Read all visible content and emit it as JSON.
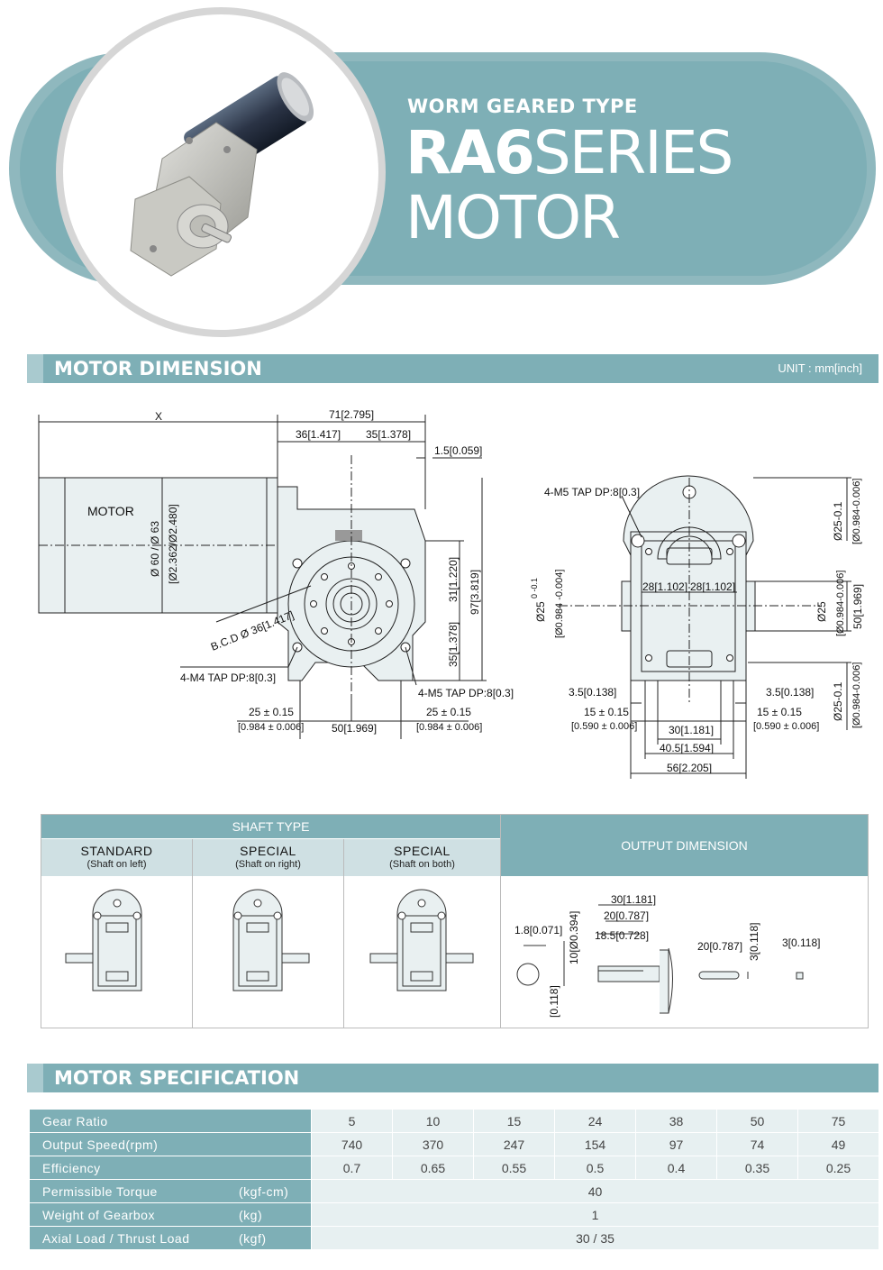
{
  "header": {
    "subtitle": "WORM GEARED TYPE",
    "model": "RA6",
    "series": "SERIES",
    "product": "MOTOR"
  },
  "colors": {
    "accent": "#7eafb6",
    "accent_light": "#cfe0e3",
    "row_bg": "#e7f0f1"
  },
  "dimension_section": {
    "title": "MOTOR DIMENSION",
    "unit": "UNIT : mm[inch]",
    "side_view": {
      "label_x": "X",
      "label_motor": "MOTOR",
      "dim_71": "71[2.795]",
      "dim_36": "36[1.417]",
      "dim_35": "35[1.378]",
      "dim_1_5": "1.5[0.059]",
      "dim_dia": "Ø 60 / Ø 63",
      "dim_dia_in": "[Ø2.362/Ø2.480]",
      "dim_31": "31[1.220]",
      "dim_97": "97[3.819]",
      "dim_35v": "35[1.378]",
      "bcd": "B.C.D Ø 36[1.417]",
      "tap_m4": "4-M4 TAP DP:8[0.3]",
      "tap_m5": "4-M5 TAP DP:8[0.3]",
      "dim_25a": "25 ± 0.15",
      "dim_25a_in": "[0.984 ± 0.006]",
      "dim_50": "50[1.969]",
      "dim_25b": "25 ± 0.15",
      "dim_25b_in": "[0.984 ± 0.006]"
    },
    "front_view": {
      "tap_m5": "4-M5 TAP DP:8[0.3]",
      "dim_28a": "28[1.102]",
      "dim_28b": "28[1.102]",
      "dim_phi25_left": "Ø25",
      "dim_phi25_left_tol": "0 -0.1",
      "dim_phi25_left_in": "[Ø0.984 -0.004]",
      "dim_phi25_top": "Ø25-0.1",
      "dim_phi25_top_in": "[Ø0.984-0.006]",
      "dim_phi25_mid": "Ø25",
      "dim_phi25_mid_in": "[Ø0.984-0.006]",
      "dim_50": "50[1.969]",
      "dim_phi25_bot": "Ø25-0.1",
      "dim_phi25_bot_in": "[Ø0.984-0.006]",
      "dim_3_5a": "3.5[0.138]",
      "dim_3_5b": "3.5[0.138]",
      "dim_15a": "15 ± 0.15",
      "dim_15a_in": "[0.590 ± 0.006]",
      "dim_15b": "15 ± 0.15",
      "dim_15b_in": "[0.590 ± 0.006]",
      "dim_30": "30[1.181]",
      "dim_40_5": "40.5[1.594]",
      "dim_56": "56[2.205]"
    }
  },
  "shaft_table": {
    "header": "SHAFT TYPE",
    "output_header": "OUTPUT DIMENSION",
    "types": [
      {
        "title": "STANDARD",
        "note": "(Shaft on left)"
      },
      {
        "title": "SPECIAL",
        "note": "(Shaft on right)"
      },
      {
        "title": "SPECIAL",
        "note": "(Shaft on both)"
      }
    ],
    "output": {
      "d_1_8": "1.8[0.071]",
      "d_10": "10[Ø0.394]",
      "d_3v": "[0.118]",
      "d_30": "30[1.181]",
      "d_20": "20[0.787]",
      "d_18_5": "18.5[0.728]",
      "d_20k": "20[0.787]",
      "d_3k": "3[0.118]",
      "d_3s": "3[0.118]"
    }
  },
  "spec_section": {
    "title": "MOTOR SPECIFICATION",
    "rows": [
      {
        "label": "Gear Ratio",
        "unit": "",
        "values": [
          "5",
          "10",
          "15",
          "24",
          "38",
          "50",
          "75"
        ]
      },
      {
        "label": "Output Speed(rpm)",
        "unit": "",
        "values": [
          "740",
          "370",
          "247",
          "154",
          "97",
          "74",
          "49"
        ]
      },
      {
        "label": "Efficiency",
        "unit": "",
        "values": [
          "0.7",
          "0.65",
          "0.55",
          "0.5",
          "0.4",
          "0.35",
          "0.25"
        ]
      },
      {
        "label": "Permissible Torque",
        "unit": "(kgf-cm)",
        "values": [
          "40"
        ]
      },
      {
        "label": "Weight of Gearbox",
        "unit": "(kg)",
        "values": [
          "1"
        ]
      },
      {
        "label": "Axial Load / Thrust Load",
        "unit": "(kgf)",
        "values": [
          "30 / 35"
        ]
      }
    ]
  }
}
